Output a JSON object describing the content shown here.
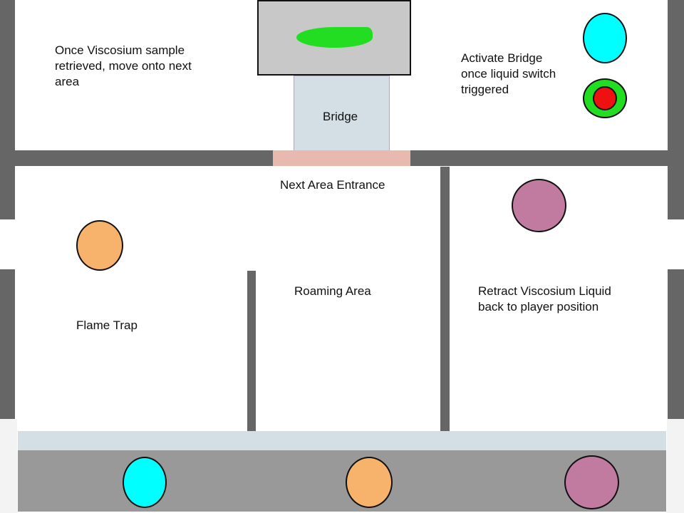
{
  "diagram": {
    "title": "Level layout sketch",
    "labels": {
      "viscosium_note": "Once Viscosium sample\nretrieved, move onto next\narea",
      "bridge": "Bridge",
      "activate_bridge": "Activate Bridge\nonce liquid switch\ntriggered",
      "next_area": "Next Area Entrance",
      "flame_trap": "Flame Trap",
      "roaming_area": "Roaming Area",
      "retract": "Retract Viscosium Liquid\nback to player position"
    },
    "colors": {
      "wall": "#666666",
      "bridge": "#d3dfe5",
      "entrance": "#e8b9ae",
      "platform": "#c8c8c8",
      "liquid": "#22dd22",
      "cyan": "#00ffff",
      "orange": "#f7b26b",
      "purple": "#c27ba0",
      "switch_outer": "#22dd22",
      "switch_inner": "#ee1111",
      "bottom_bar": "#999999",
      "bottom_strip": "#d3dfe5"
    },
    "legend_markers": [
      "cyan",
      "orange",
      "purple"
    ]
  }
}
